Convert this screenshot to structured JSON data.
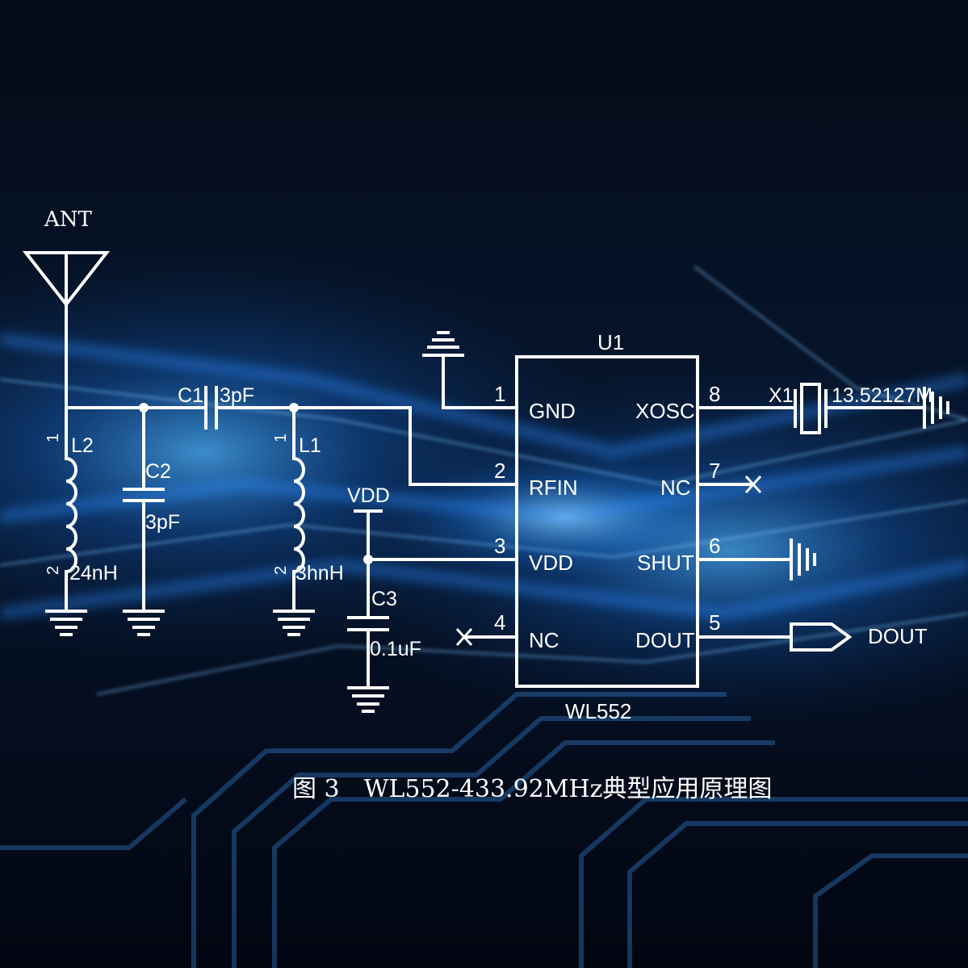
{
  "colors": {
    "background": "#03070f",
    "glow_blue": "#1e8cff",
    "line": "#ffffff"
  },
  "antenna": {
    "label": "ANT"
  },
  "chip": {
    "ref": "U1",
    "part": "WL552",
    "pins": [
      {
        "num": "1",
        "name": "GND"
      },
      {
        "num": "2",
        "name": "RFIN"
      },
      {
        "num": "3",
        "name": "VDD"
      },
      {
        "num": "4",
        "name": "NC"
      },
      {
        "num": "8",
        "name": "XOSC"
      },
      {
        "num": "7",
        "name": "NC"
      },
      {
        "num": "6",
        "name": "SHUT"
      },
      {
        "num": "5",
        "name": "DOUT"
      }
    ]
  },
  "components": {
    "c1": {
      "ref": "C1",
      "value": "3pF"
    },
    "c2": {
      "ref": "C2",
      "value": "3pF"
    },
    "c3": {
      "ref": "C3",
      "value": "0.1uF"
    },
    "l1": {
      "ref": "L1",
      "value": "3hnH",
      "pin1": "1",
      "pin2": "2"
    },
    "l2": {
      "ref": "L2",
      "value": "24nH",
      "pin1": "1",
      "pin2": "2"
    },
    "x1": {
      "ref": "X1",
      "value": "13.52127M"
    }
  },
  "vdd": {
    "label": "VDD"
  },
  "output": {
    "label": "DOUT"
  },
  "caption": "图 3　WL552-433.92MHz典型应用原理图",
  "icons": [
    "antenna-icon",
    "ground-icon",
    "capacitor-icon",
    "inductor-icon",
    "crystal-icon",
    "no-connect-icon",
    "output-port-icon"
  ]
}
